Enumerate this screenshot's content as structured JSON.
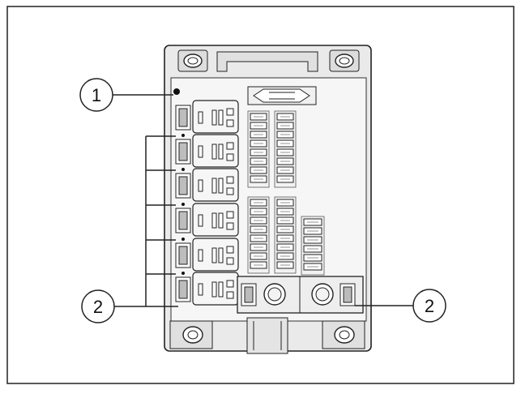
{
  "callouts": [
    {
      "id": "callout-1",
      "label": "1"
    },
    {
      "id": "callout-2-left",
      "label": "2"
    },
    {
      "id": "callout-2-right",
      "label": "2"
    }
  ],
  "colors": {
    "line": "#1a1a1a",
    "housing": "#e6e6e6",
    "relay": "#f4f4f4",
    "fuse": "#dcdcdc"
  }
}
